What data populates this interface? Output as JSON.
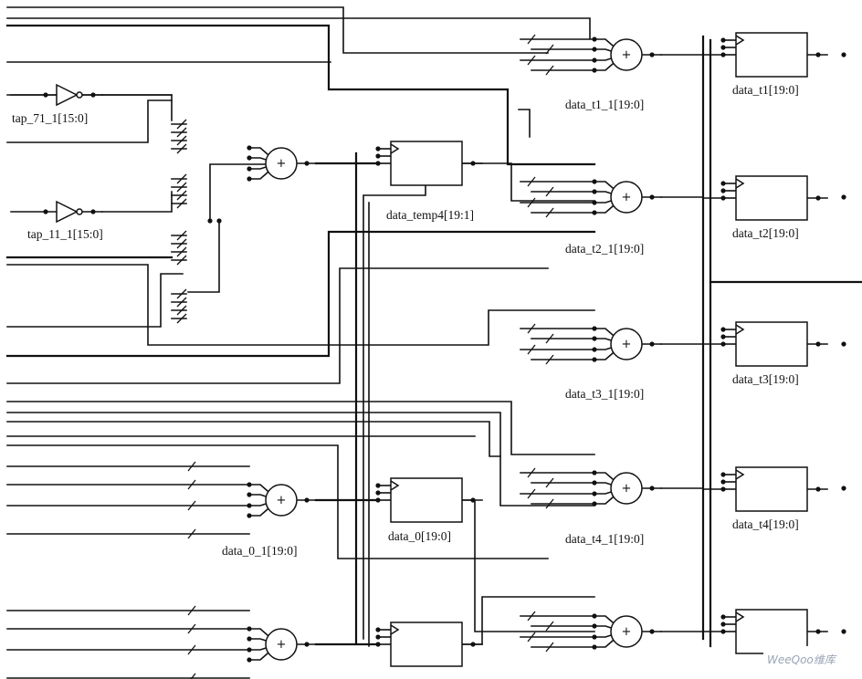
{
  "diagram": {
    "title": "",
    "colors": {
      "wire": "#111111",
      "background": "#ffffff",
      "watermark": "#9aa4b4"
    },
    "labels": {
      "tap_71": "tap_71_1[15:0]",
      "tap_11": "tap_11_1[15:0]",
      "data_temp4": "data_temp4[19:1]",
      "data_0_1": "data_0_1[19:0]",
      "data_0": "data_0[19:0]",
      "data_t1_1": "data_t1_1[19:0]",
      "data_t2_1": "data_t2_1[19:0]",
      "data_t3_1": "data_t3_1[19:0]",
      "data_t4_1": "data_t4_1[19:0]",
      "data_t1": "data_t1[19:0]",
      "data_t2": "data_t2[19:0]",
      "data_t3": "data_t3[19:0]",
      "data_t4": "data_t4[19:0]"
    },
    "adder_symbol": "+",
    "watermark": {
      "brand": "WeeQoo",
      "suffix": "维库"
    }
  }
}
